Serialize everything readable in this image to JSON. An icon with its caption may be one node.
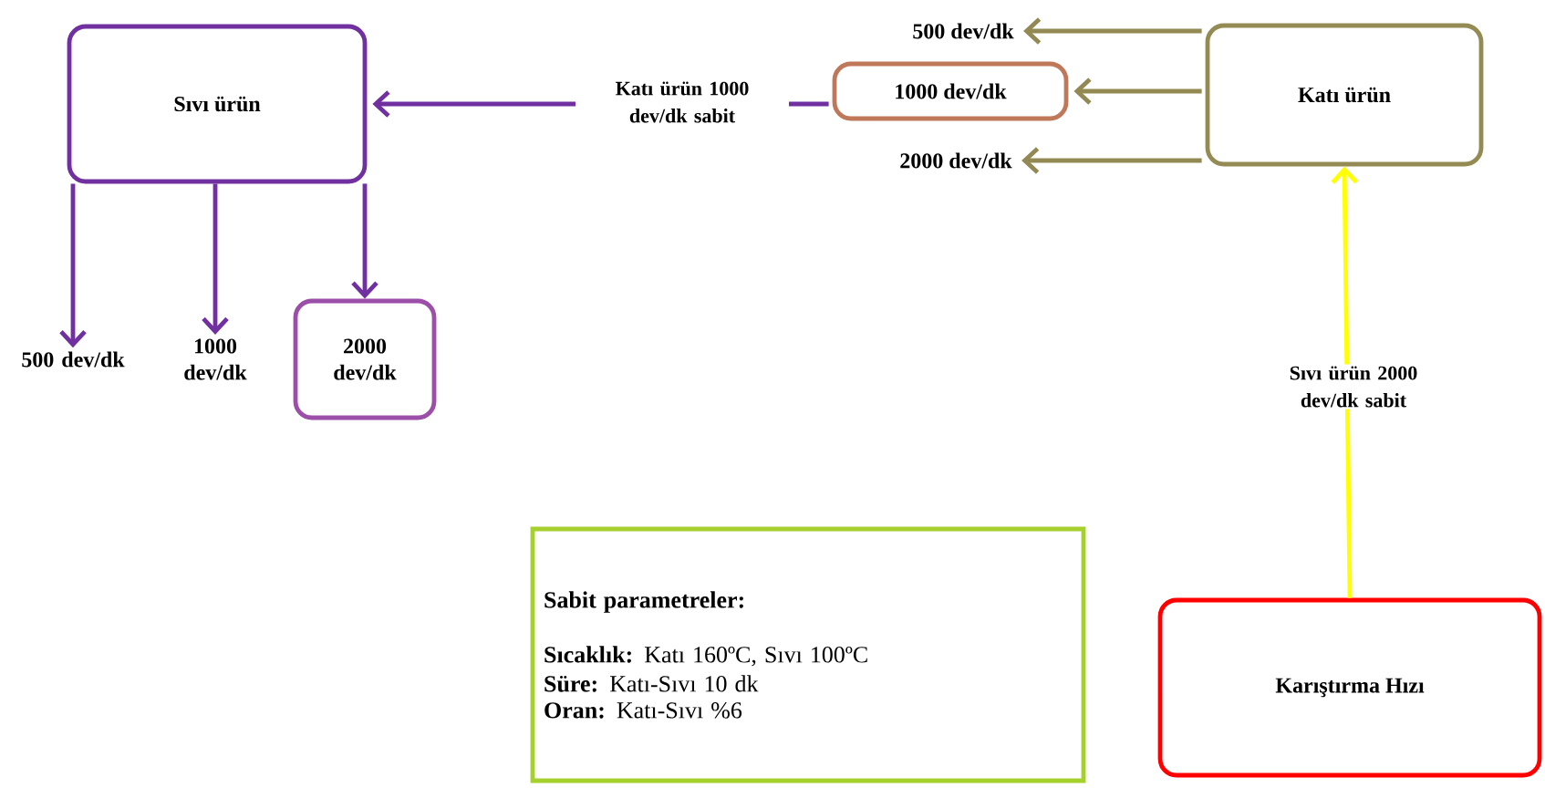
{
  "diagram": {
    "nodes": [
      {
        "text": [
          "Sıvı ürün"
        ]
      },
      {
        "text": [
          "500 dev/dk"
        ]
      },
      {
        "text": [
          "1000 dev/dk"
        ]
      },
      {
        "text": [
          "Katı ürün"
        ]
      },
      {
        "text": [
          "2000 dev/dk"
        ]
      },
      {
        "text": [
          "500 dev/dk"
        ]
      },
      {
        "text": [
          "1000 dev/dk"
        ]
      },
      {
        "text": [
          "2000 dev/dk"
        ]
      },
      {
        "text": [
          "Sabit parametreler:",
          "**Sıcaklık:** Katı 160ºC, Sıvı 100ºC",
          "**Süre:** Katı-Sıvı 10 dk",
          "**Oran:** Katı-Sıvı %6"
        ]
      },
      {
        "text": [
          "Karıştırma Hızı"
        ]
      }
    ],
    "edges": [
      {
        "from": 9,
        "to": 3,
        "arrow": "to",
        "label": "Sıvı ürün 2000 dev/dk sabit",
        "color": "#ffff00"
      },
      {
        "from": 3,
        "to": 1,
        "arrow": "to",
        "color": "#938953"
      },
      {
        "from": 3,
        "to": 2,
        "arrow": "to",
        "color": "#938953"
      },
      {
        "from": 3,
        "to": 4,
        "arrow": "to",
        "color": "#938953"
      },
      {
        "from": 2,
        "to": 0,
        "arrow": "to",
        "label": "Katı ürün 1000 dev/dk sabit",
        "color": "#7030a0"
      },
      {
        "from": 0,
        "to": 5,
        "arrow": "to",
        "color": "#7030a0"
      },
      {
        "from": 0,
        "to": 6,
        "arrow": "to",
        "color": "#7030a0"
      },
      {
        "from": 0,
        "to": 7,
        "arrow": "to",
        "color": "#7030a0"
      }
    ]
  }
}
